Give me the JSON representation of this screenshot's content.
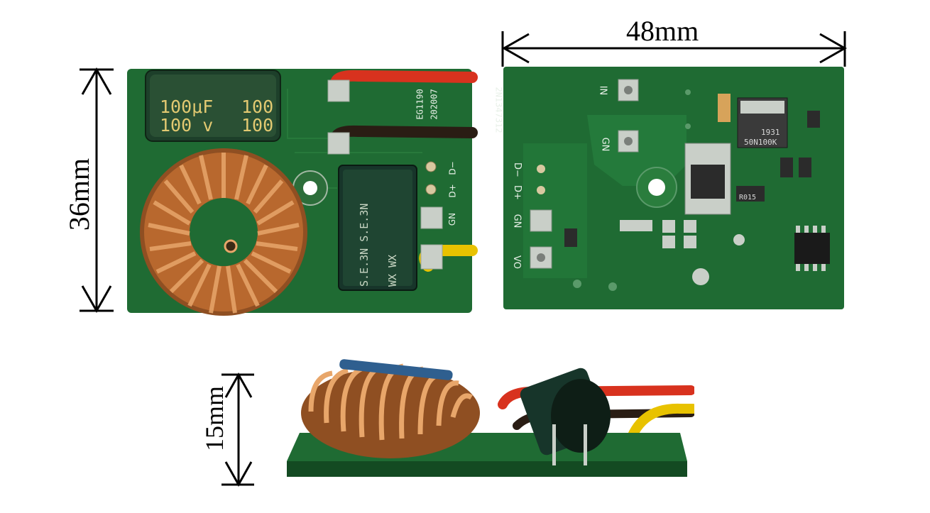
{
  "labels": {
    "width": "48mm",
    "height": "36mm",
    "depth": "15mm"
  },
  "board_top": {
    "capacitor_small_value": "100μF",
    "capacitor_small_value2": "100",
    "capacitor_small_voltage": "100 v",
    "capacitor_small_voltage2": "100",
    "capacitor_big_text": "S.E.3N S.E.3N",
    "capacitor_big_text2": "WX WX",
    "silk_eg": "EG1190",
    "silk_date": "202007",
    "pad_d_minus": "D−",
    "pad_d_plus": "D+",
    "pad_gn": "GN"
  },
  "board_bottom": {
    "serial": "2N1347312",
    "pad_in": "IN",
    "pad_gn": "GN",
    "pad_d_minus": "D−",
    "pad_d_plus": "D+",
    "pad_gn2": "GN",
    "pad_vo": "VO",
    "mosfet_text": "1931",
    "mosfet_text2": "50N100K",
    "resistor": "R015"
  },
  "colors": {
    "pcb": "#1f6b33",
    "pcb_dark": "#134a22",
    "copper": "#c97a3a",
    "wire_red": "#d8321e",
    "wire_black": "#2a1d14",
    "wire_yellow": "#e8c200"
  }
}
